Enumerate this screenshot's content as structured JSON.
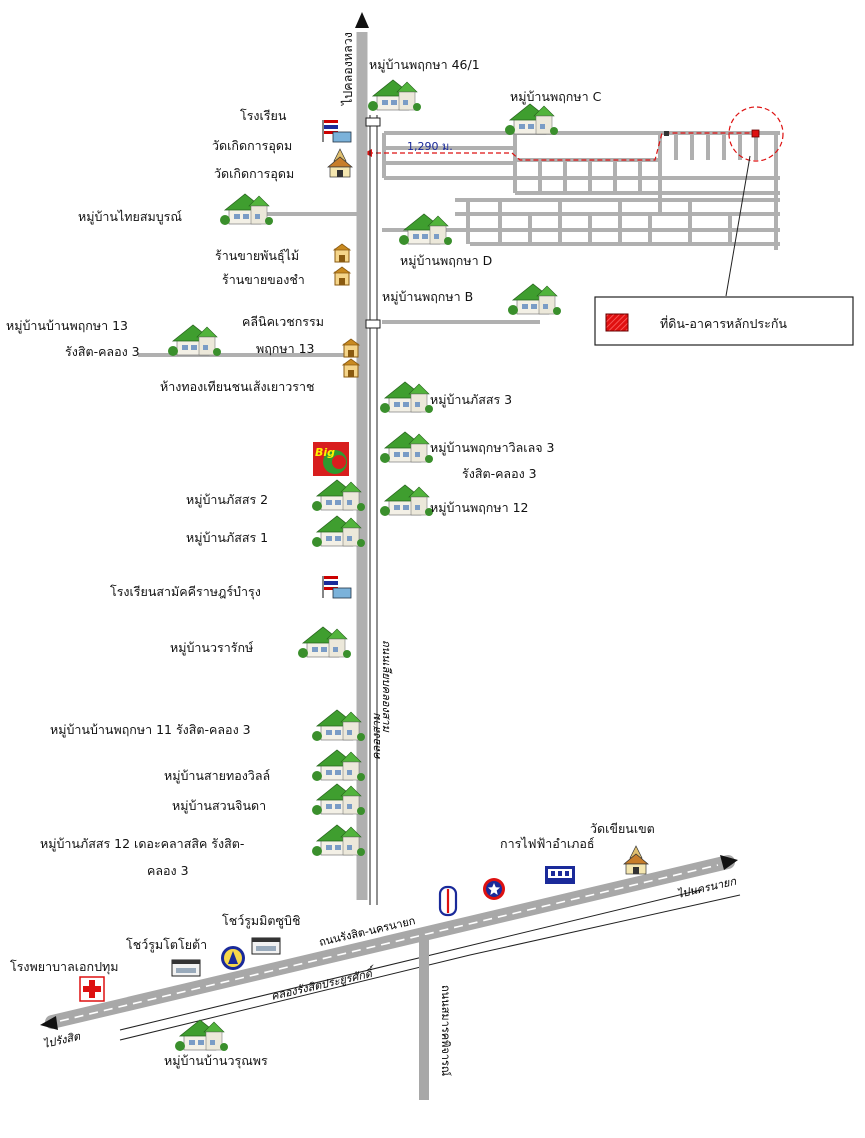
{
  "colors": {
    "road": "#b0b0b0",
    "road_dark": "#8a8a8a",
    "marker": "#dd1111",
    "house_roof": "#3d9b2e",
    "house_wall": "#f2efe4",
    "legend_border": "#222222"
  },
  "roads": {
    "north": "ไปคลองหลวง",
    "canal_north": "คลองสาม",
    "road_klongsam": "ถนนเลียบคลองสาม",
    "main_road": "ถนนรังสิต-นครนายก",
    "canal_rangsit": "คลองรังสิตประยูรศักดิ์",
    "to_rangsit": "ไปรังสิต",
    "to_nakhonnayok": "ไปนครนายก",
    "road_south": "ถนนสมารคพิจารณ์",
    "distance": "1,290 ม."
  },
  "places": {
    "pruksa_46_1": "หมู่บ้านพฤกษา 46/1",
    "pruksa_c": "หมู่บ้านพฤกษา C",
    "school_line1": "โรงเรียน",
    "school_line2": "วัดเกิดการอุดม",
    "temple": "วัดเกิดการอุดม",
    "thai_somboon": "หมู่บ้านไทยสมบูรณ์",
    "plant_shop": "ร้านขายพันธุ์ไม้",
    "grocery": "ร้านขายของชำ",
    "pruksa_d": "หมู่บ้านพฤกษา D",
    "pruksa_b": "หมู่บ้านพฤกษา B",
    "pruksa13_line1": "หมู่บ้านบ้านพฤกษา 13",
    "pruksa13_line2": "รังสิต-คลอง 3",
    "clinic_line1": "คลีนิคเวชกรรม",
    "clinic_line2": "พฤกษา 13",
    "gold_shop": "ห้างทองเทียนชนเส้งเยาวราช",
    "pattrasorn3": "หมู่บ้านภัสสร 3",
    "pruksa_village3_line1": "หมู่บ้านพฤกษาวิลเลจ 3",
    "pruksa_village3_line2": "รังสิต-คลอง 3",
    "bigc": "Big C",
    "pattrasorn2": "หมู่บ้านภัสสร 2",
    "pruksa12": "หมู่บ้านพฤกษา 12",
    "pattrasorn1": "หมู่บ้านภัสสร 1",
    "samakkhi_school": "โรงเรียนสามัคคีราษฎร์บำรุง",
    "wararak": "หมู่บ้านวรารักษ์",
    "pruksa11": "หมู่บ้านบ้านพฤกษา 11 รังสิต-คลอง 3",
    "saithong": "หมู่บ้านสายทองวิลล์",
    "suanjinda": "หมู่บ้านสวนจินดา",
    "pattrasorn12_line1": "หมู่บ้านภัสสร 12 เดอะคลาสสิค รังสิต-",
    "pattrasorn12_line2": "คลอง 3",
    "electricity": "การไฟฟ้าอำเภอธ์",
    "wat_khiankhet": "วัดเขียนเขต",
    "mitsubishi": "โชว์รูมมิตซูบิชิ",
    "toyota": "โชว์รูมโตโยต้า",
    "hospital": "โรงพยาบาลเอกปทุม",
    "worunporn": "หมู่บ้านบ้านวรุณพร"
  },
  "legend": {
    "label": "ที่ดิน-อาคารหลักประกัน",
    "icon": "hatched-red-square"
  }
}
